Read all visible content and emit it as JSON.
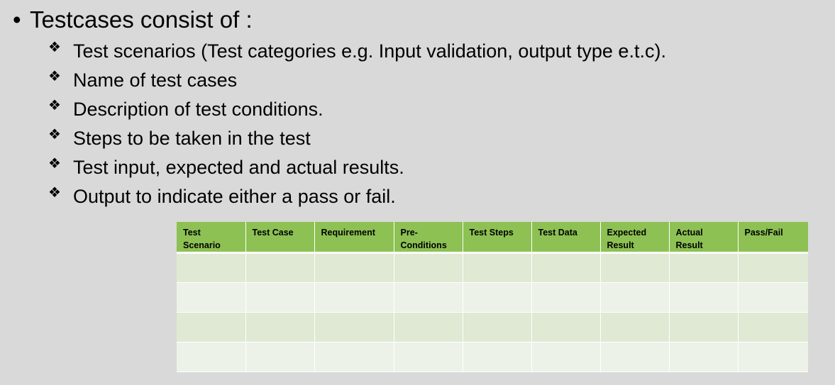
{
  "slide": {
    "bullet_symbol": "•",
    "heading": "Testcases consist of :",
    "sub_bullet_symbol": "❖",
    "items": [
      "Test scenarios (Test categories e.g. Input validation, output type e.t.c).",
      "Name of test cases",
      "Description of test conditions.",
      "Steps to be taken in the test",
      "Test input, expected and actual results.",
      "Output to indicate either a pass or fail."
    ]
  },
  "table": {
    "headers": [
      "Test Scenario",
      "Test Case",
      "Requirement",
      "Pre-\nConditions",
      "Test Steps",
      "Test Data",
      "Expected\nResult",
      "Actual Result",
      "Pass/Fail"
    ],
    "rows": [
      [
        "",
        "",
        "",
        "",
        "",
        "",
        "",
        "",
        ""
      ],
      [
        "",
        "",
        "",
        "",
        "",
        "",
        "",
        "",
        ""
      ],
      [
        "",
        "",
        "",
        "",
        "",
        "",
        "",
        "",
        ""
      ],
      [
        "",
        "",
        "",
        "",
        "",
        "",
        "",
        "",
        ""
      ]
    ],
    "colors": {
      "header": "#8dc153",
      "row_odd": "#dfe9d3",
      "row_even": "#edf2e8"
    }
  }
}
